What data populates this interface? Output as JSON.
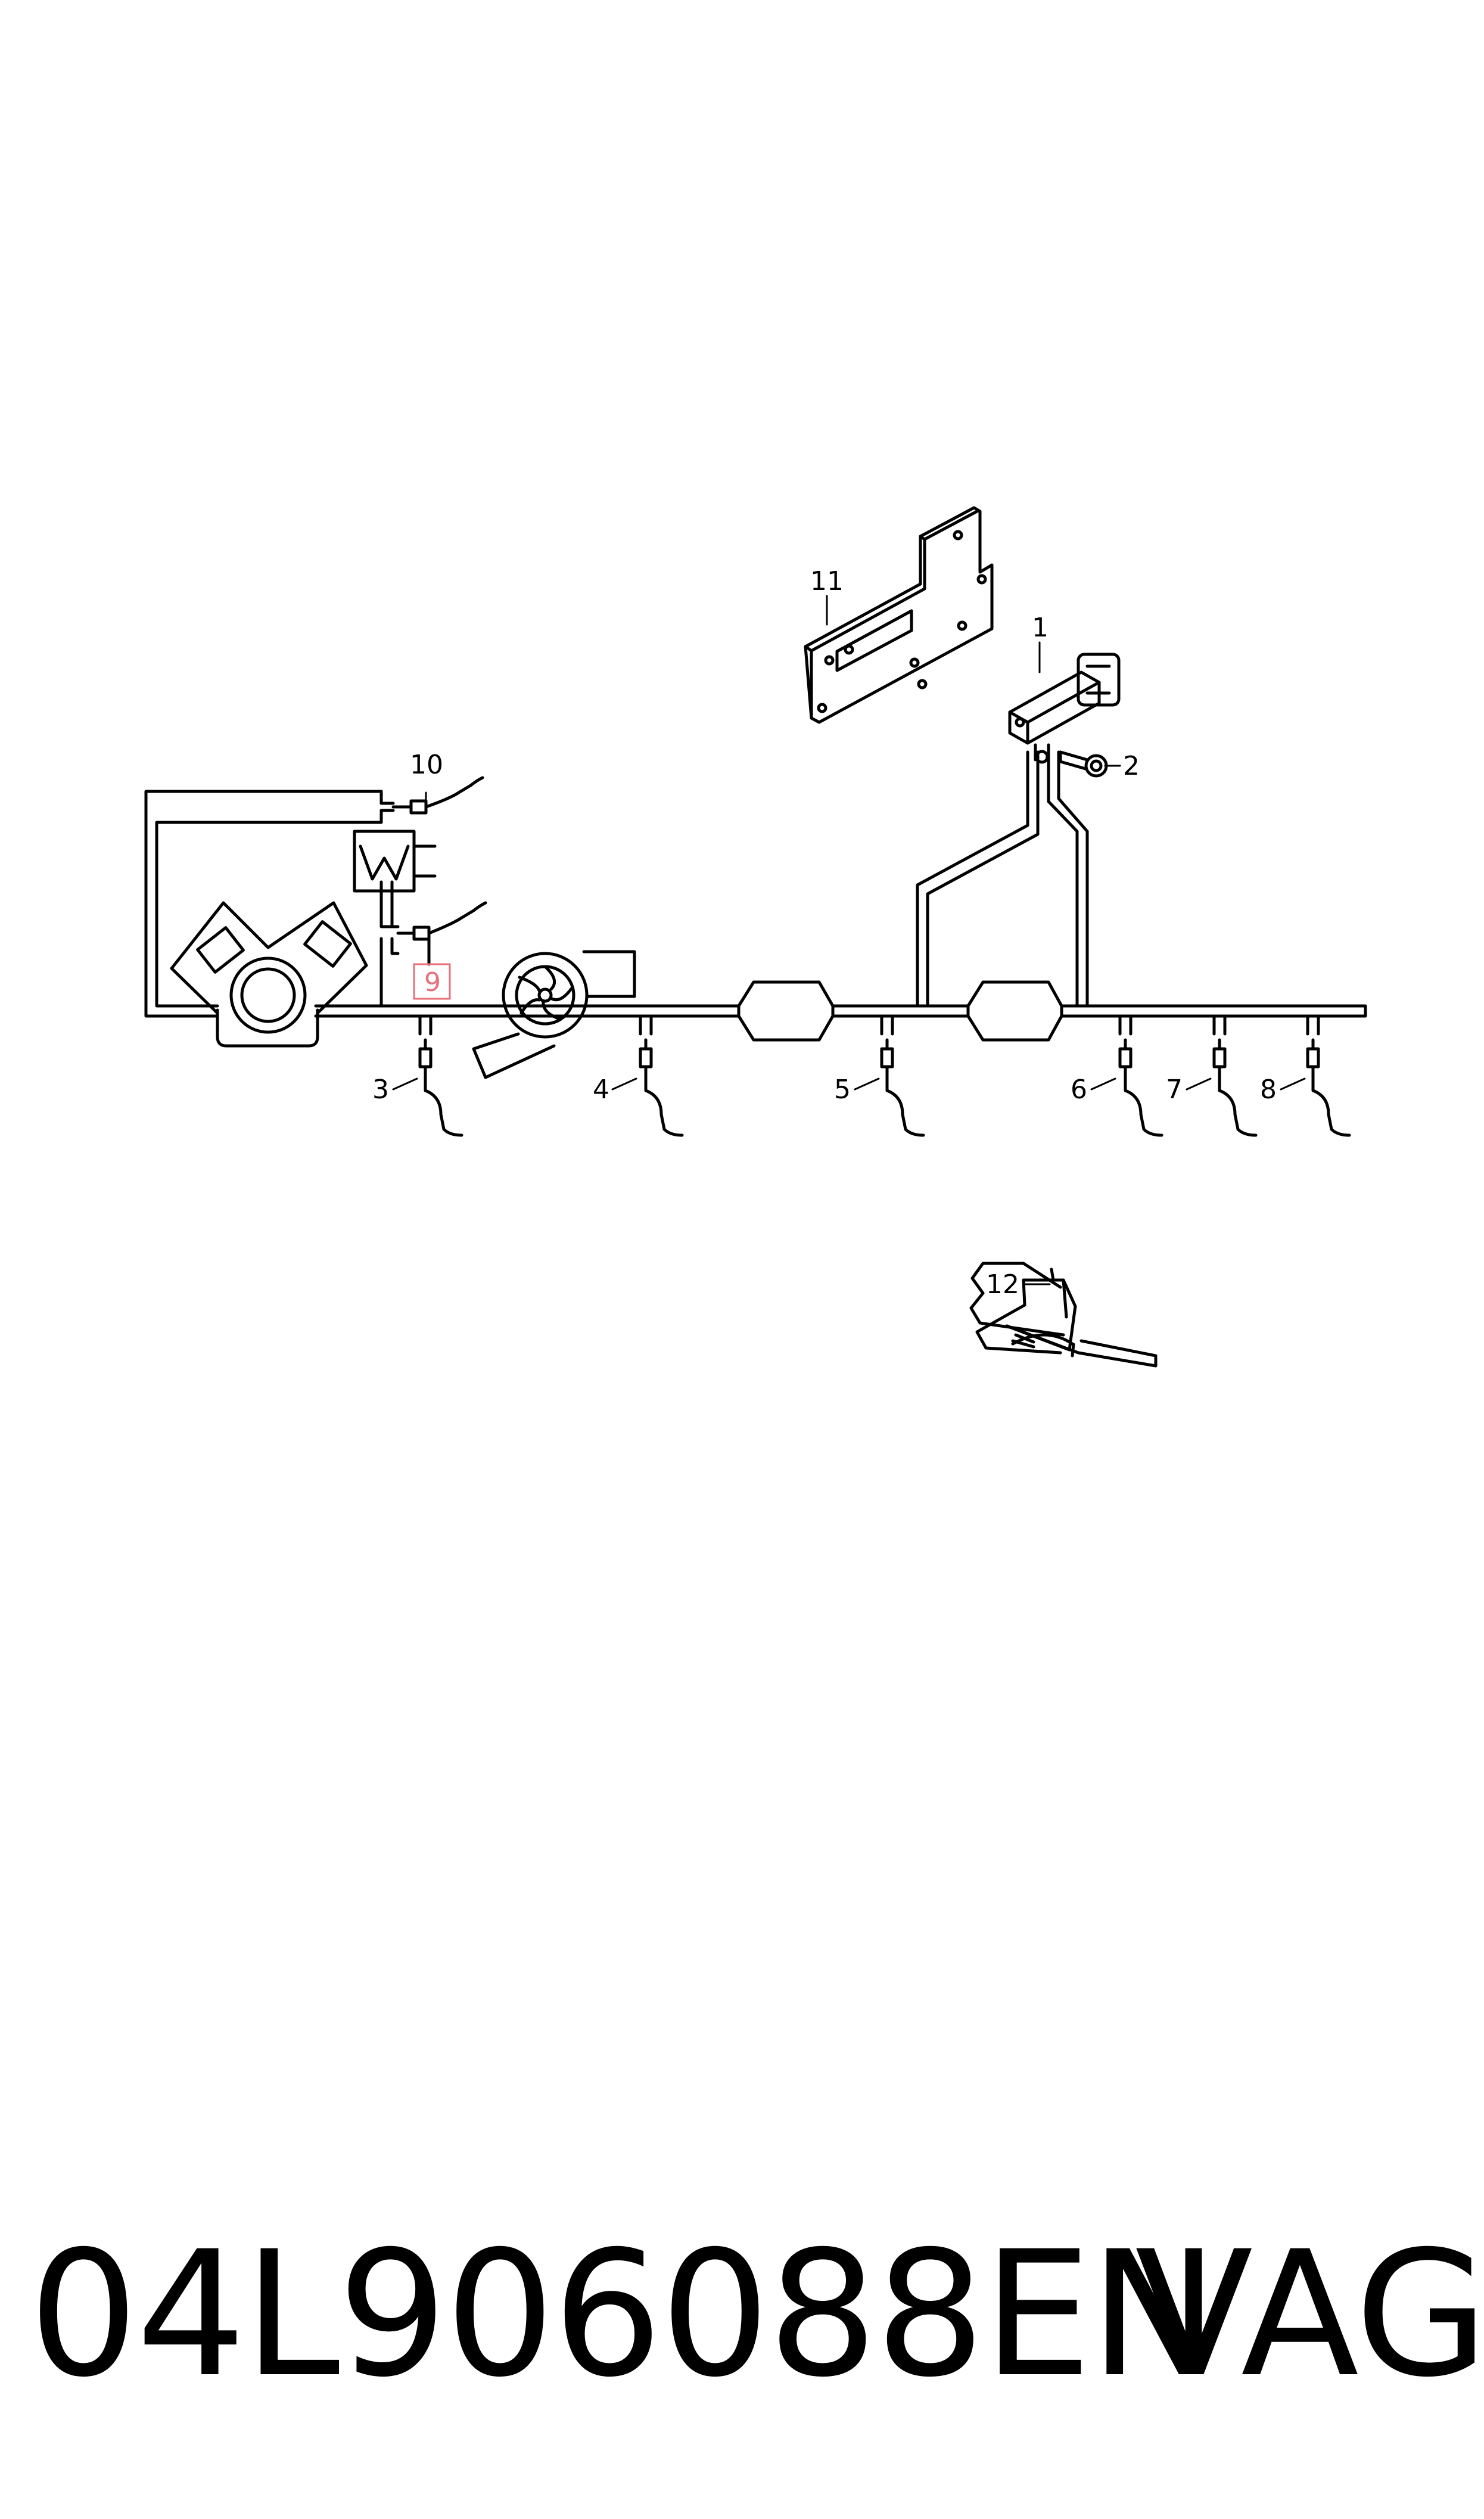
{
  "callouts": {
    "c1": "1",
    "c2": "2",
    "c3": "3",
    "c4": "4",
    "c5": "5",
    "c6": "6",
    "c7": "7",
    "c8": "8",
    "c9": "9",
    "c10": "10",
    "c11": "11",
    "c12": "12"
  },
  "highlight_color": "#e8707a",
  "footer": {
    "part_number": "04L906088EN",
    "brand": "VAG"
  }
}
